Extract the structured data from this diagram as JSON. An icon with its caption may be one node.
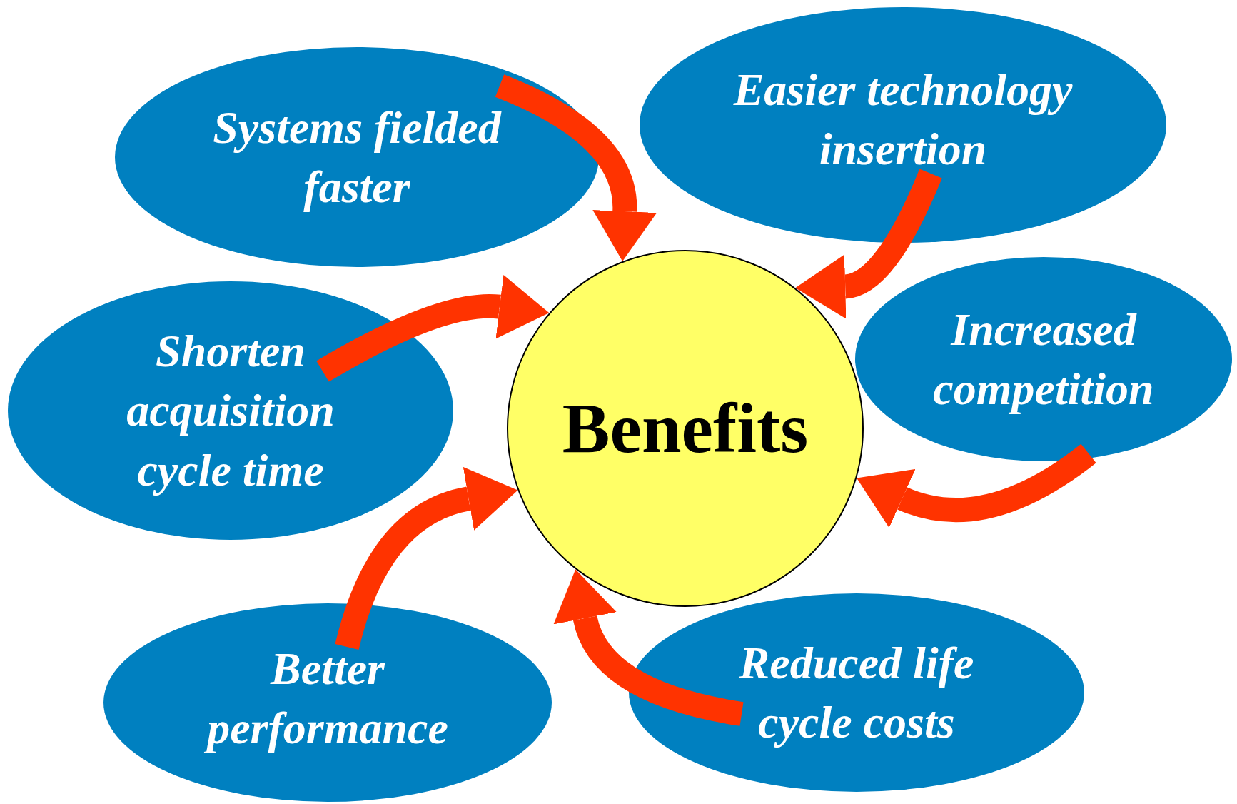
{
  "diagram": {
    "nodes": [
      {
        "text": [
          "Systems fielded faster"
        ]
      },
      {
        "text": [
          "Easier technology insertion"
        ]
      },
      {
        "text": [
          "Shorten acquisition cycle time"
        ]
      },
      {
        "text": [
          "Benefits"
        ]
      },
      {
        "text": [
          "Increased competition"
        ]
      },
      {
        "text": [
          "Better performance"
        ]
      },
      {
        "text": [
          "Reduced life cycle costs"
        ]
      }
    ],
    "edges": [
      {
        "from": 0,
        "to": 3,
        "arrow": "to"
      },
      {
        "from": 1,
        "to": 3,
        "arrow": "to"
      },
      {
        "from": 2,
        "to": 3,
        "arrow": "to"
      },
      {
        "from": 4,
        "to": 3,
        "arrow": "to"
      },
      {
        "from": 5,
        "to": 3,
        "arrow": "to"
      },
      {
        "from": 6,
        "to": 3,
        "arrow": "to"
      }
    ]
  }
}
